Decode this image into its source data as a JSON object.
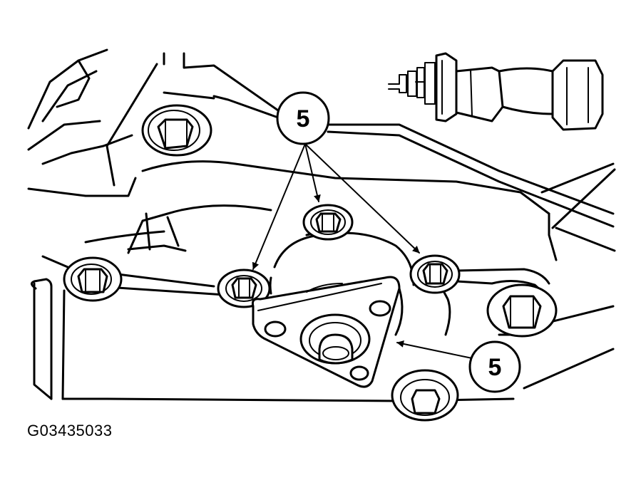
{
  "figure": {
    "id": "G03435033"
  },
  "callouts": [
    {
      "label": "5"
    },
    {
      "label": "5"
    }
  ]
}
